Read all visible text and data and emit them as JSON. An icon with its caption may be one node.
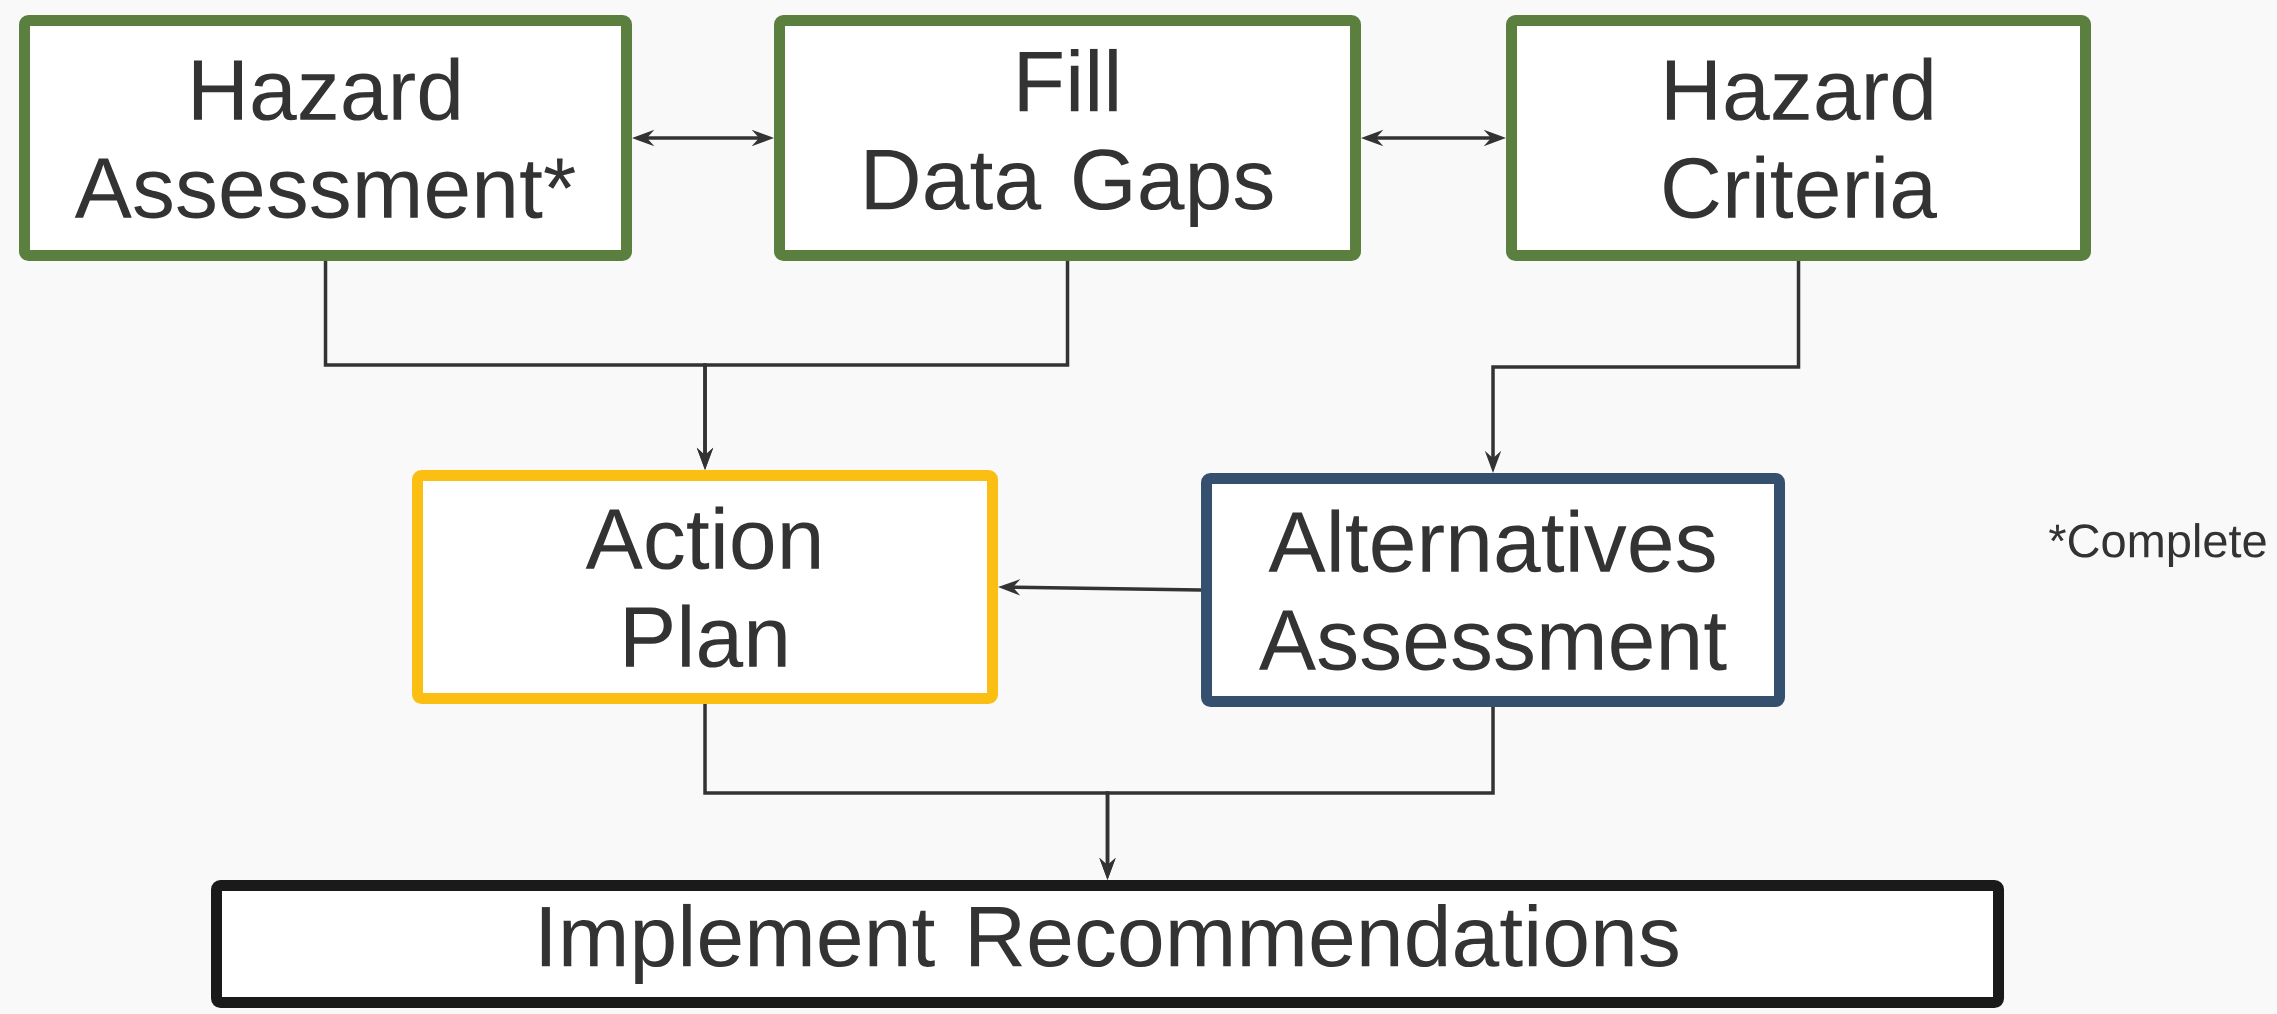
{
  "diagram": {
    "nodes": [
      {
        "text": [
          "Hazard Assessment*"
        ]
      },
      {
        "text": [
          "Fill Data Gaps"
        ]
      },
      {
        "text": [
          "Hazard Criteria"
        ]
      },
      {
        "text": [
          "Action Plan"
        ]
      },
      {
        "text": [
          "Alternatives Assessment"
        ]
      },
      {
        "text": [
          "Implement Recommendations"
        ]
      }
    ],
    "edges": [
      {
        "from": 0,
        "to": 1,
        "arrow": "both"
      },
      {
        "from": 1,
        "to": 2,
        "arrow": "both"
      },
      {
        "from": 0,
        "to": 3,
        "arrow": "to"
      },
      {
        "from": 1,
        "to": 3,
        "arrow": "to"
      },
      {
        "from": 2,
        "to": 4,
        "arrow": "to"
      },
      {
        "from": 4,
        "to": 3,
        "arrow": "to"
      },
      {
        "from": 3,
        "to": 5,
        "arrow": "to"
      },
      {
        "from": 4,
        "to": 5,
        "arrow": "to"
      }
    ],
    "labels": [
      "*Complete"
    ]
  }
}
